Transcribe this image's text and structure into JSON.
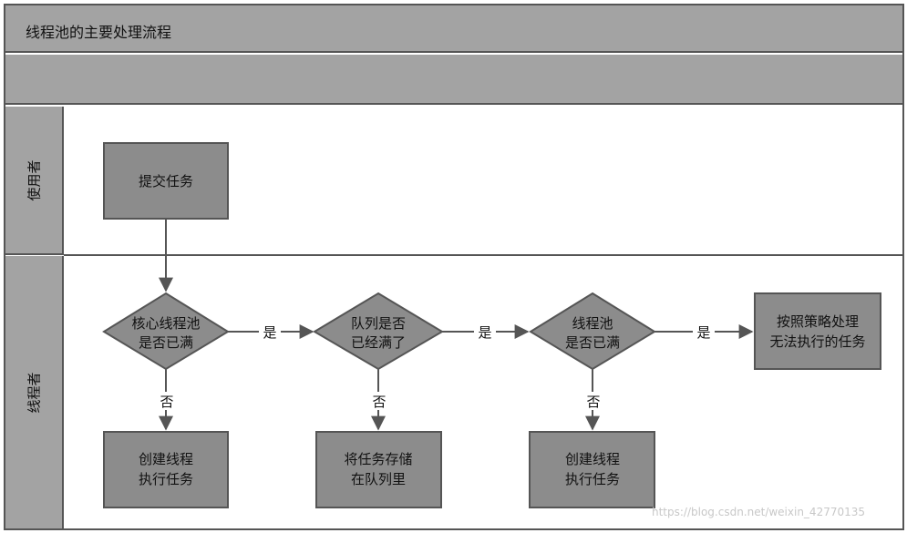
{
  "title": "线程池的主要处理流程",
  "lanes": {
    "user": "使用者",
    "thread": "线程者"
  },
  "nodes": {
    "submit": [
      "提交任务"
    ],
    "core_full": [
      "核心线程池",
      "是否已满"
    ],
    "queue_full": [
      "队列是否",
      "已经满了"
    ],
    "pool_full": [
      "线程池",
      "是否已满"
    ],
    "reject": [
      "按照策略处理",
      "无法执行的任务"
    ],
    "create_core": [
      "创建线程",
      "执行任务"
    ],
    "enqueue": [
      "将任务存储",
      "在队列里"
    ],
    "create_thread": [
      "创建线程",
      "执行任务"
    ]
  },
  "edge_labels": {
    "yes": "是",
    "no": "否"
  },
  "colors": {
    "header_fill": "#a3a3a3",
    "node_fill": "#8c8c8c",
    "line": "#555555"
  },
  "watermark": "https://blog.csdn.net/weixin_42770135"
}
